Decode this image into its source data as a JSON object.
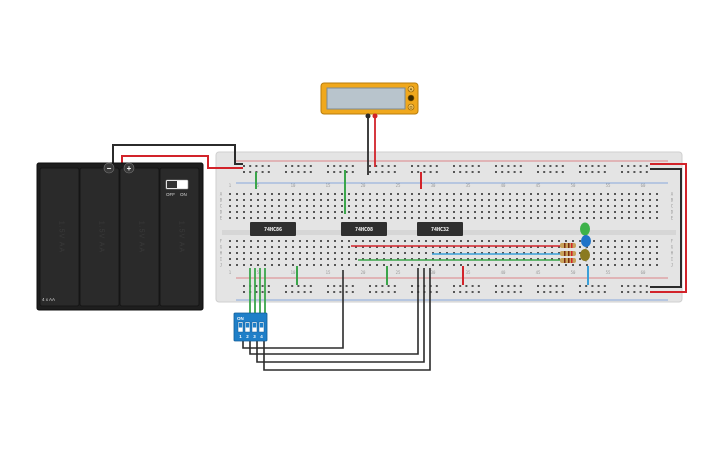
{
  "battery": {
    "label": "4 x AA",
    "cell_text": "1.5V AA",
    "switch_off": "OFF",
    "switch_on": "ON",
    "minus": "−",
    "plus": "+"
  },
  "breadboard": {
    "column_numbers": [
      "1",
      "5",
      "10",
      "15",
      "20",
      "25",
      "30",
      "35",
      "40",
      "45",
      "50",
      "55",
      "60"
    ],
    "row_letters_top": [
      "A",
      "B",
      "C",
      "D",
      "E"
    ],
    "row_letters_bottom": [
      "F",
      "G",
      "H",
      "I",
      "J"
    ]
  },
  "chips": [
    {
      "label": "74HC86"
    },
    {
      "label": "74HC08"
    },
    {
      "label": "74HC32"
    }
  ],
  "dip_switch": {
    "on_label": "ON",
    "numbers": [
      "1",
      "2",
      "3",
      "4"
    ]
  },
  "multimeter": {
    "buttons": [
      "A",
      "V",
      "Ω"
    ]
  },
  "colors": {
    "wire_black": "#2b2b2b",
    "wire_red": "#d2232a",
    "wire_green": "#3aa54a",
    "wire_blue": "#3aa0d8",
    "breadboard": "#e2e2e2",
    "battery": "#1e1e1e",
    "chip": "#2f2f2f",
    "dip": "#1f7fc8",
    "meter_case": "#f0a81c",
    "led_green": "#3db24a",
    "led_blue": "#1e73c8",
    "led_olive": "#8a7a20"
  }
}
